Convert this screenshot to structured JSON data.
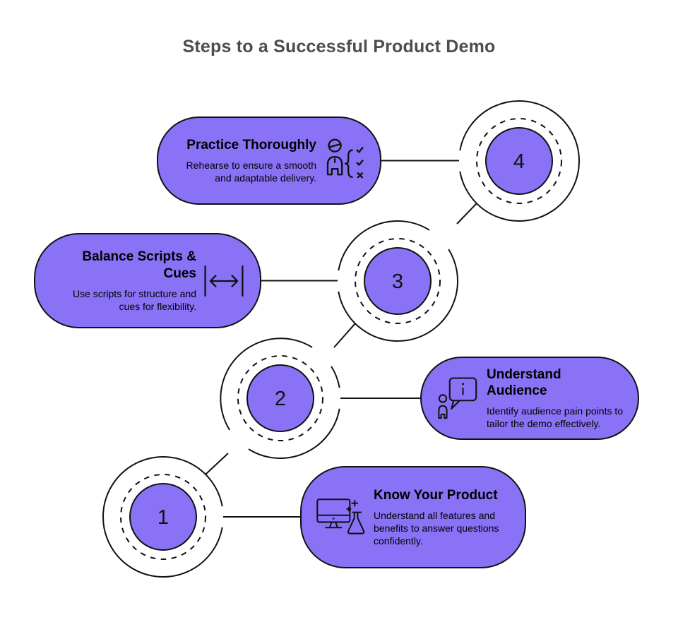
{
  "title": "Steps to a Successful Product Demo",
  "colors": {
    "accent": "#8a72f6",
    "ink": "#111111",
    "title_text": "#4d4d4d",
    "background": "#ffffff"
  },
  "steps": [
    {
      "number": "1",
      "title": "Know Your Product",
      "description": "Understand all features and benefits to answer questions confidently.",
      "icon": "monitor-flask-icon"
    },
    {
      "number": "2",
      "title": "Understand Audience",
      "description": "Identify audience pain points to tailor the demo effectively.",
      "icon": "person-chat-info-icon"
    },
    {
      "number": "3",
      "title": "Balance Scripts & Cues",
      "description": "Use scripts for structure and cues for flexibility.",
      "icon": "resize-arrow-icon"
    },
    {
      "number": "4",
      "title": "Practice Thoroughly",
      "description": "Rehearse to ensure a smooth and adaptable delivery.",
      "icon": "person-checklist-icon"
    }
  ]
}
